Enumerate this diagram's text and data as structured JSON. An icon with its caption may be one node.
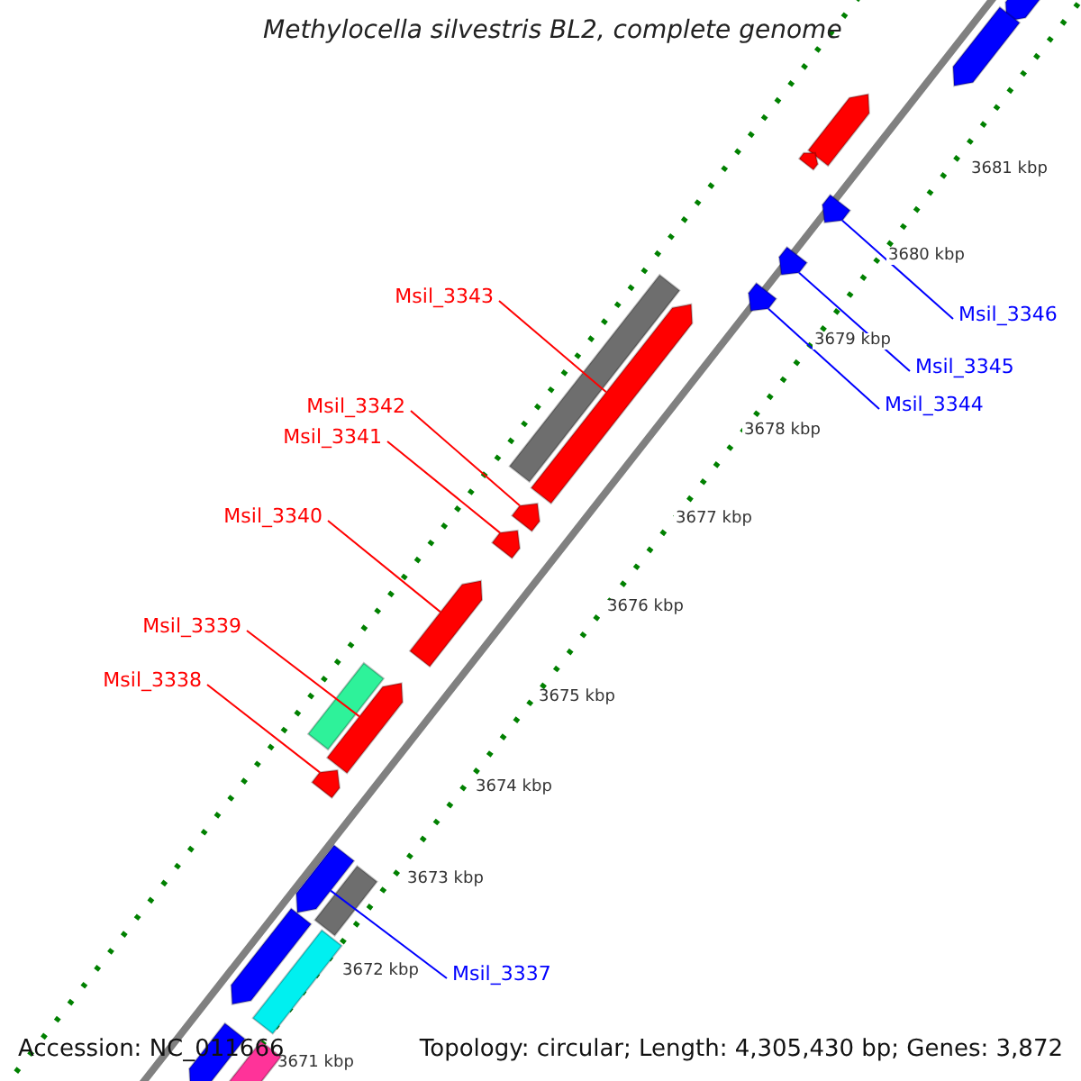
{
  "diagram": {
    "title": "Methylocella silvestris BL2, complete genome",
    "nodes": [
      {
        "text": [
          "Msil_3343"
        ]
      },
      {
        "text": [
          "Msil_3346"
        ]
      },
      {
        "text": [
          "Msil_3345"
        ]
      },
      {
        "text": [
          "Msil_3344"
        ]
      },
      {
        "text": [
          "Msil_3342"
        ]
      },
      {
        "text": [
          "Msil_3341"
        ]
      },
      {
        "text": [
          "Msil_3340"
        ]
      },
      {
        "text": [
          "Msil_3339"
        ]
      },
      {
        "text": [
          "Msil_3338"
        ]
      },
      {
        "text": [
          "Msil_3337"
        ]
      },
      {
        "text": [],
        "shape": "arrow"
      },
      {
        "text": [],
        "shape": "arrow"
      },
      {
        "text": [],
        "shape": "arrow"
      },
      {
        "text": [],
        "shape": "arrow"
      },
      {
        "text": [],
        "shape": "arrow"
      },
      {
        "text": [],
        "shape": "arrow"
      },
      {
        "text": [],
        "shape": "arrow"
      },
      {
        "text": [],
        "shape": "bar"
      },
      {
        "text": [],
        "shape": "arrow"
      },
      {
        "text": [],
        "shape": "arrow"
      },
      {
        "text": [],
        "shape": "arrow"
      },
      {
        "text": [],
        "shape": "arrow"
      },
      {
        "text": [],
        "shape": "bar"
      },
      {
        "text": [],
        "shape": "arrow"
      },
      {
        "text": [],
        "shape": "arrow"
      },
      {
        "text": [],
        "shape": "arrow"
      },
      {
        "text": [],
        "shape": "bar"
      },
      {
        "text": [],
        "shape": "arrow"
      },
      {
        "text": [],
        "shape": "bar"
      },
      {
        "text": [],
        "shape": "arrow"
      },
      {
        "text": [],
        "shape": "bar"
      }
    ],
    "edges": [
      {
        "from": 0,
        "to": 18,
        "arrow": "none"
      },
      {
        "from": 1,
        "to": 14,
        "arrow": "none",
        "color": "#0000ff"
      },
      {
        "from": 2,
        "to": 15,
        "arrow": "none",
        "color": "#0000ff"
      },
      {
        "from": 3,
        "to": 16,
        "arrow": "none",
        "color": "#0000ff"
      },
      {
        "from": 4,
        "to": 19,
        "arrow": "none"
      },
      {
        "from": 5,
        "to": 20,
        "arrow": "none"
      },
      {
        "from": 6,
        "to": 21,
        "arrow": "none"
      },
      {
        "from": 7,
        "to": 23,
        "arrow": "none"
      },
      {
        "from": 8,
        "to": 24,
        "arrow": "none"
      },
      {
        "from": 9,
        "to": 25,
        "arrow": "none",
        "color": "#0000ff"
      }
    ],
    "labels": [
      "3681 kbp",
      "3680 kbp",
      "3679 kbp",
      "3678 kbp",
      "3677 kbp",
      "3676 kbp",
      "3675 kbp",
      "3674 kbp",
      "3673 kbp",
      "3672 kbp",
      "3671 kbp",
      "Accession: NC_011666",
      "Topology: circular; Length: 4,305,430 bp; Genes: 3,872"
    ]
  }
}
